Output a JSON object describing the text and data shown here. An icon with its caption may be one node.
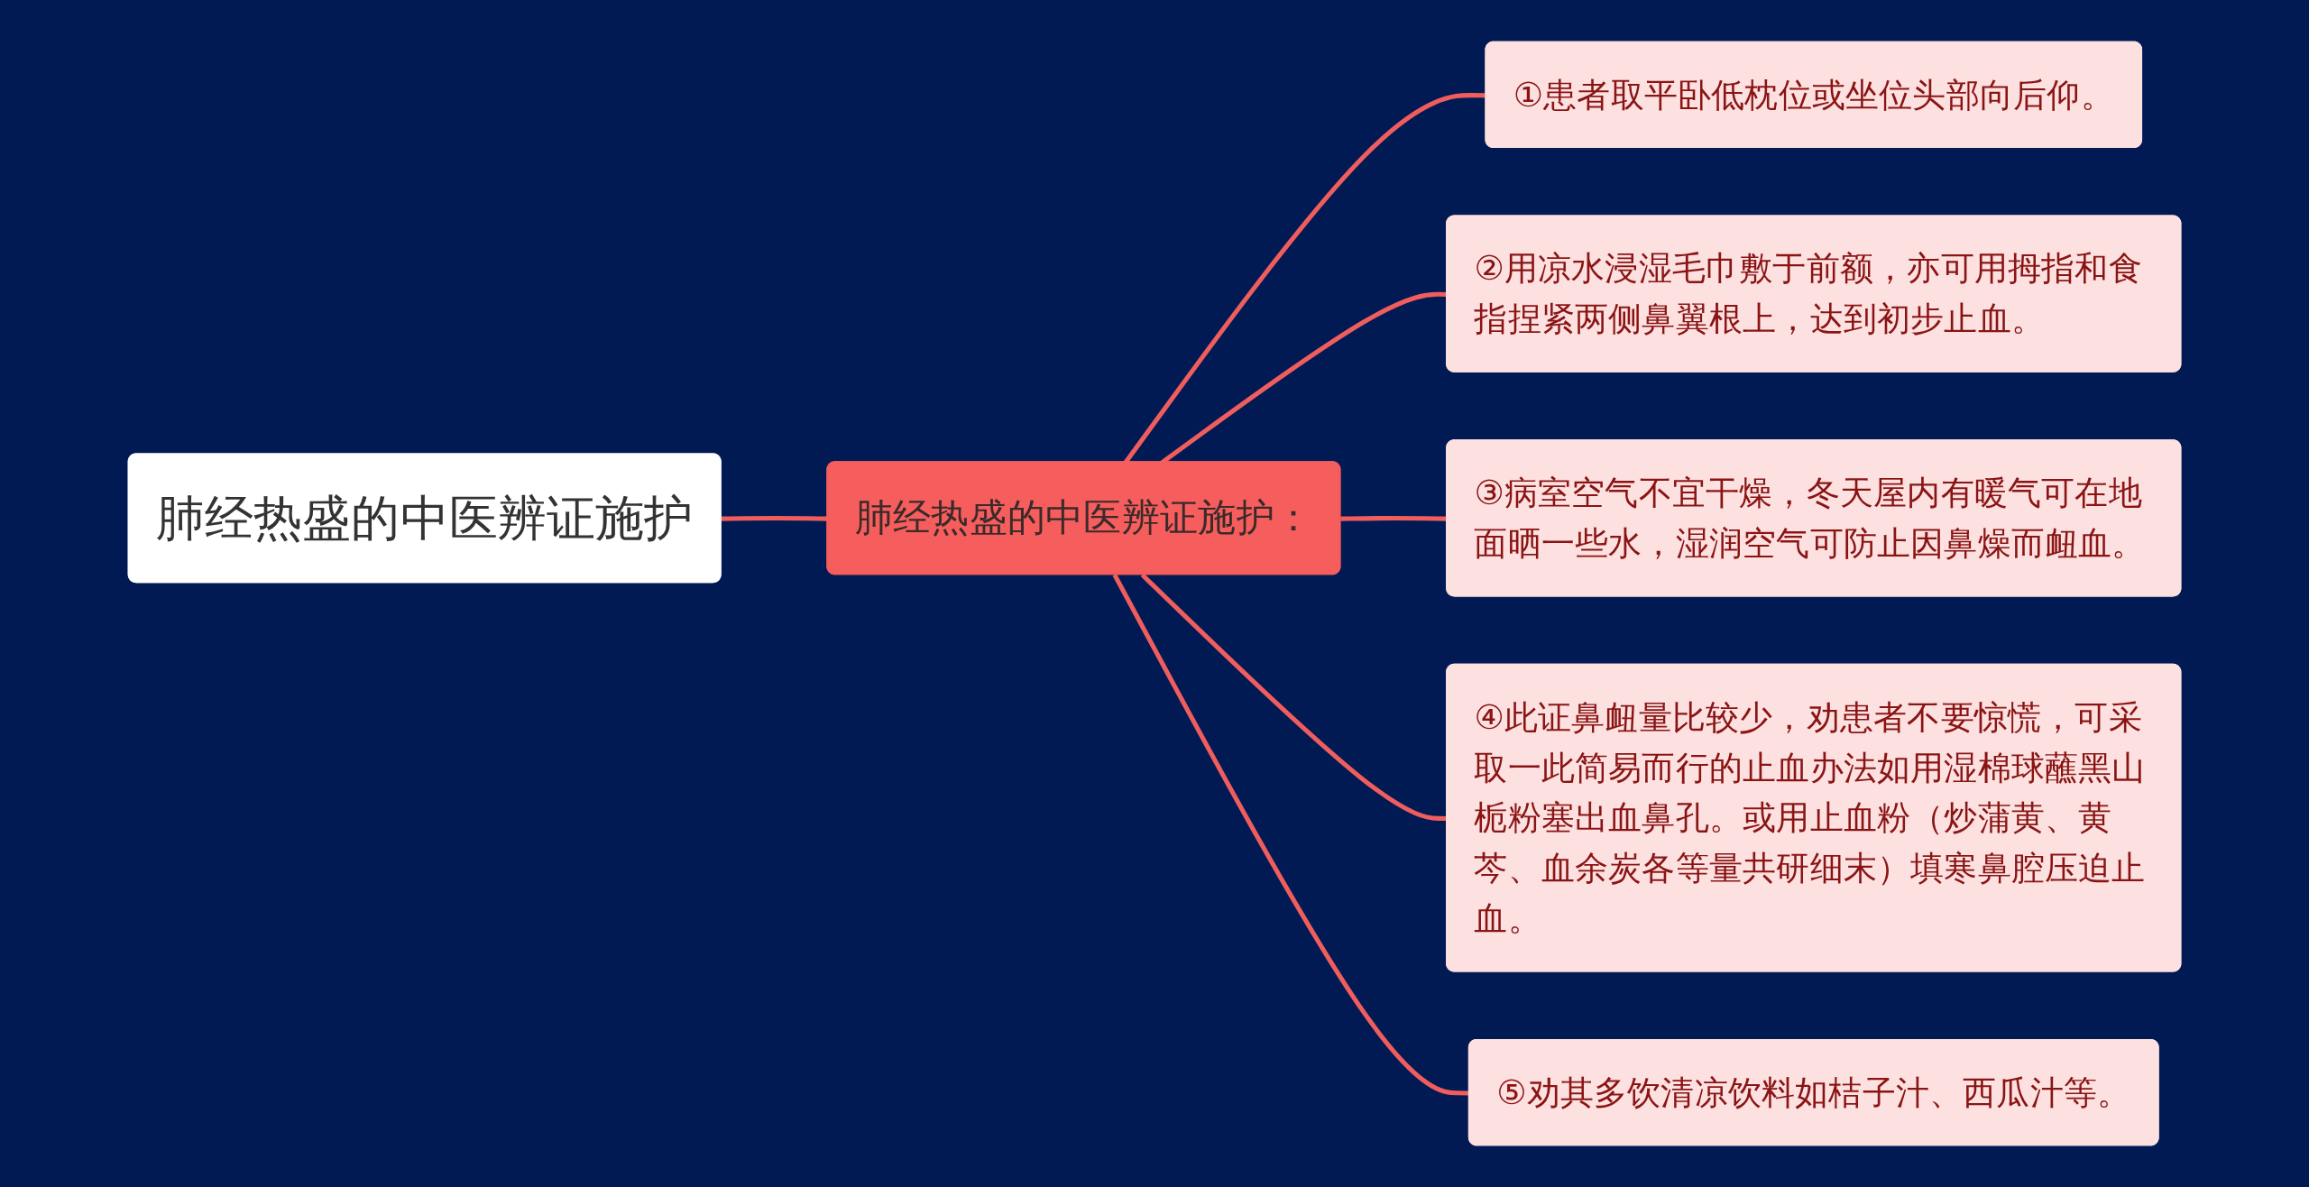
{
  "diagram": {
    "nodes": [
      {
        "text": [
          "肺经热盛的中医辨证施护"
        ]
      },
      {
        "text": [
          "肺经热盛的中医辨证施护："
        ]
      },
      {
        "text": [
          "①患者取平卧低枕位或坐位头部向后仰。"
        ]
      },
      {
        "text": [
          "②用凉水浸湿毛巾敷于前额，亦可用拇指和食指捏紧两侧鼻翼根上，达到初步止血。"
        ]
      },
      {
        "text": [
          "③病室空气不宜干燥，冬天屋内有暖气可在地面晒一些水，湿润空气可防止因鼻燥而衄血。"
        ]
      },
      {
        "text": [
          "④此证鼻衄量比较少，劝患者不要惊慌，可采取一此简易而行的止血办法如用湿棉球蘸黑山栀粉塞出血鼻孔。或用止血粉（炒蒲黄、黄芩、血余炭各等量共研细末）填寒鼻腔压迫止血。"
        ]
      },
      {
        "text": [
          "⑤劝其多饮清凉饮料如桔子汁、西瓜汁等。"
        ]
      }
    ],
    "edges": [
      {
        "from": 0,
        "to": 1,
        "arrow": "none"
      },
      {
        "from": 1,
        "to": 2,
        "arrow": "none"
      },
      {
        "from": 1,
        "to": 3,
        "arrow": "none"
      },
      {
        "from": 1,
        "to": 4,
        "arrow": "none"
      },
      {
        "from": 1,
        "to": 5,
        "arrow": "none"
      },
      {
        "from": 1,
        "to": 6,
        "arrow": "none"
      }
    ]
  }
}
